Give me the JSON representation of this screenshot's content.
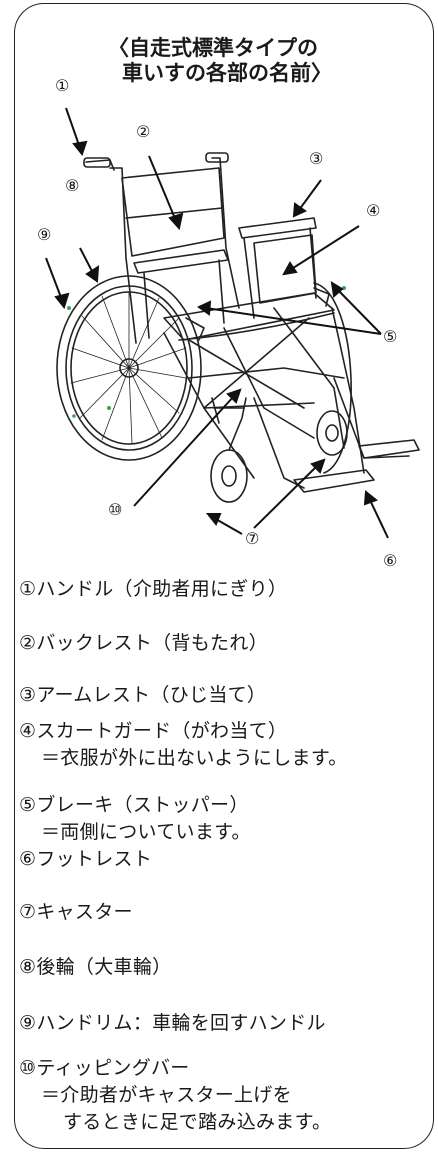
{
  "title": {
    "line1": "〈自走式標準タイプの",
    "line2": "車いすの各部の名前〉"
  },
  "callouts": [
    "①",
    "②",
    "③",
    "④",
    "⑤",
    "⑥",
    "⑦",
    "⑧",
    "⑨",
    "⑩"
  ],
  "legend": [
    {
      "label": "①ハンドル（介助者用にぎり）"
    },
    {
      "label": "②バックレスト（背もたれ）"
    },
    {
      "label": "③アームレスト（ひじ当て）"
    },
    {
      "label": "④スカートガード（がわ当て）",
      "note": "＝衣服が外に出ないようにします。"
    },
    {
      "label": "⑤ブレーキ（ストッパー）",
      "note": "＝両側についています。"
    },
    {
      "label": "⑥フットレスト"
    },
    {
      "label": "⑦キャスター"
    },
    {
      "label": "⑧後輪（大車輪）"
    },
    {
      "label": "⑨ハンドリム：車輪を回すハンドル"
    },
    {
      "label": "⑩ティッピングバー",
      "note": "＝介助者がキャスター上げを",
      "note2": "するときに足で踏み込みます。"
    }
  ],
  "colors": {
    "line": "#222222",
    "accent_green": "#3aa35a"
  }
}
